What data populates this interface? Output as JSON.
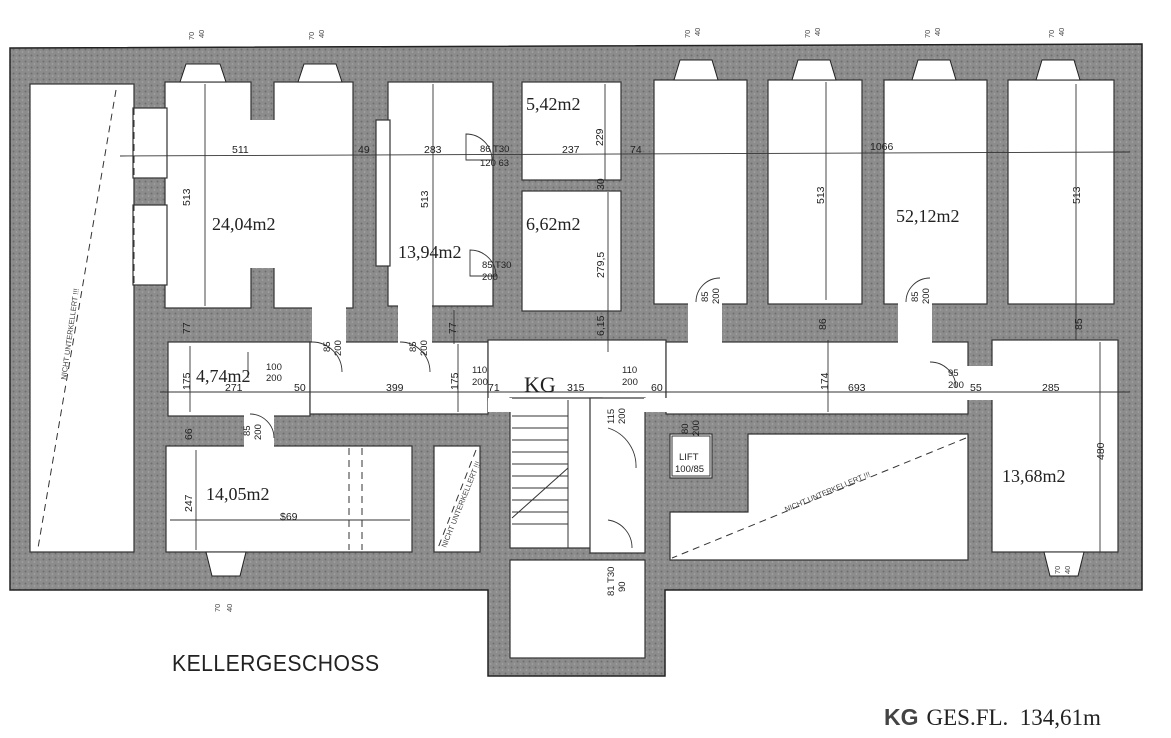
{
  "plan": {
    "title": "KELLERGESCHOSS",
    "floor_label": "KG",
    "total_prefix": "KG",
    "total_text": "GES.FL.",
    "total_value": "134,61m",
    "not_cellared": "NICHT UNTERKELLERT !!!",
    "lift": {
      "label": "LIFT",
      "size": "100/85"
    }
  },
  "rooms": [
    {
      "area": "24,04m2"
    },
    {
      "area": "13,94m2"
    },
    {
      "area": "5,42m2"
    },
    {
      "area": "6,62m2"
    },
    {
      "area": "52,12m2"
    },
    {
      "area": "4,74m2"
    },
    {
      "area": "14,05m2"
    },
    {
      "area": "13,68m2"
    }
  ],
  "dimensions": {
    "d511": "511",
    "d49": "49",
    "d283": "283",
    "d237": "237",
    "d74": "74",
    "d1066": "1066",
    "d513": "513",
    "d229": "229",
    "d2795": "279,5",
    "d30": "30",
    "d77": "77",
    "d615": "6,15",
    "d86": "86",
    "d85": "85",
    "d175": "175",
    "d271": "271",
    "d50": "50",
    "d399": "399",
    "d71": "71",
    "d315": "315",
    "d60": "60",
    "d693": "693",
    "d174": "174",
    "d55": "55",
    "d285": "285",
    "d480": "480",
    "d247": "247",
    "d66": "66",
    "d569": "$69"
  },
  "windows": {
    "w": "70",
    "h": "40"
  },
  "doors": {
    "t30_a_size": "86 T30",
    "t30_a_sub": "120 63",
    "t30_b": "85 T30",
    "t30_b_sub": "200",
    "d100": "100",
    "d200": "200",
    "d85": "85",
    "d110": "110",
    "d115": "115",
    "d95": "95",
    "d80": "80",
    "d81t30": "81 T30",
    "d90": "90"
  }
}
